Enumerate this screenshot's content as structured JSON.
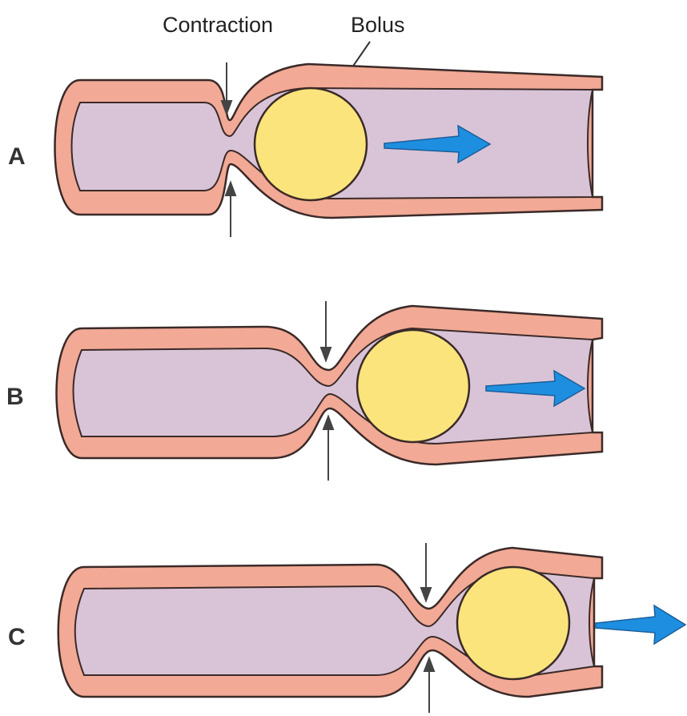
{
  "labels": {
    "contraction": "Contraction",
    "bolus": "Bolus"
  },
  "panels": [
    {
      "letter": "A"
    },
    {
      "letter": "B"
    },
    {
      "letter": "C"
    }
  ],
  "colors": {
    "wall": "#f2a995",
    "wall_outline": "#3a2a28",
    "lumen": "#d9c4d7",
    "bolus": "#fbe47c",
    "arrow": "#1e8fe0",
    "pointer": "#444444"
  }
}
